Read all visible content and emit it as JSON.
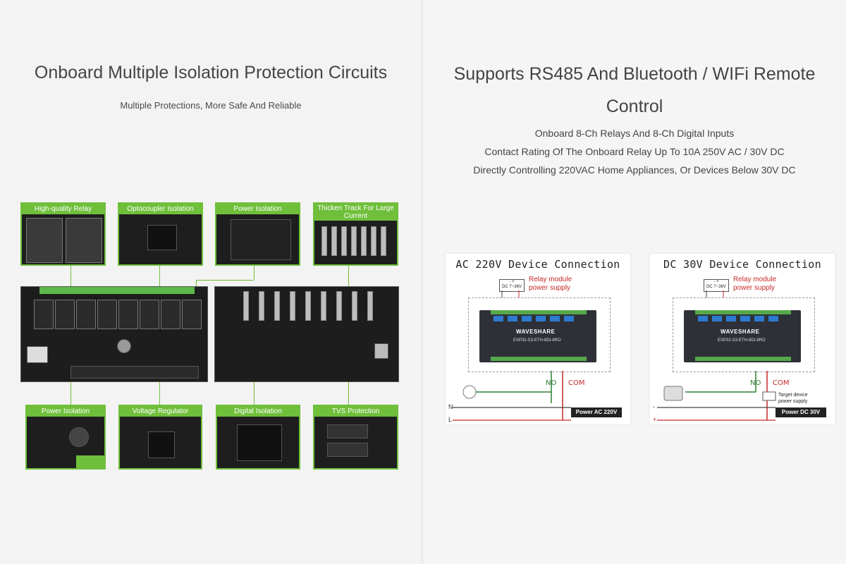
{
  "left": {
    "title": "Onboard Multiple Isolation Protection Circuits",
    "subtitle": "Multiple Protections, More Safe And Reliable",
    "callouts_top": [
      "High-quality Relay",
      "Optocoupler Isolation",
      "Power Isolation",
      "Thicken Track For Large Current"
    ],
    "callouts_bottom": [
      "Power Isolation",
      "Voltage Regulator",
      "Digital Isolation",
      "TVS Protection"
    ]
  },
  "right": {
    "title_line1": "Supports RS485 And Bluetooth / WIFi Remote",
    "title_line2": "Control",
    "features": [
      "Onboard 8-Ch Relays And 8-Ch Digital Inputs",
      "Contact Rating Of The Onboard Relay Up To 10A 250V AC / 30V DC",
      "Directly Controlling 220VAC Home Appliances, Or Devices Below 30V DC"
    ],
    "diagrams": [
      {
        "title": "AC 220V Device Connection",
        "supply_label": "Relay module\npower supply",
        "supply_box": "- +\nDC 7~36V",
        "no": "NO",
        "com": "COM",
        "line_a": "N",
        "line_b": "L",
        "power": "Power AC 220V",
        "brand": "WAVESHARE",
        "model": "ESP32-S3-ETH-8DI-8RO"
      },
      {
        "title": "DC 30V Device Connection",
        "supply_label": "Relay module\npower supply",
        "supply_box": "- +\nDC 7~36V",
        "no": "NO",
        "com": "COM",
        "line_a": "-",
        "line_b": "+",
        "target": "Target device\npower supply",
        "power": "Power DC 30V",
        "brand": "WAVESHARE",
        "model": "ESP32-S3-ETH-8DI-8RO"
      }
    ]
  }
}
